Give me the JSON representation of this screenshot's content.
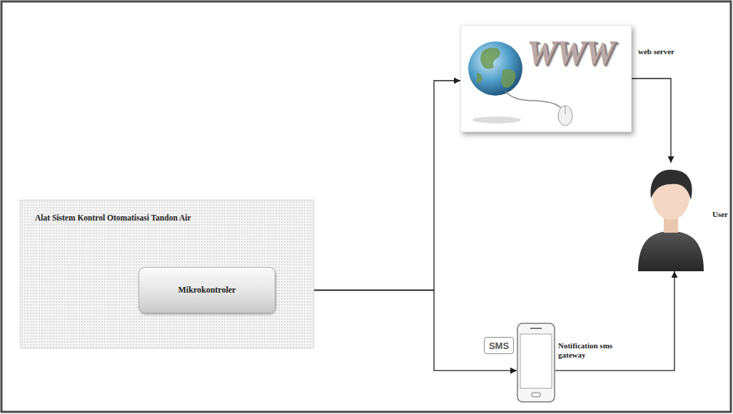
{
  "diagram": {
    "nodes": [
      {
        "text": [
          "Alat Sistem Kontrol Otomatisasi Tandon Air"
        ]
      },
      {
        "text": [
          "Mikrokontroler"
        ],
        "in": 0
      },
      {
        "text": [
          "WWW",
          "web server"
        ]
      },
      {
        "text": [
          "User"
        ]
      },
      {
        "text": [
          "SMS",
          "Notification sms gateway"
        ]
      }
    ],
    "edges": [
      {
        "from": 1,
        "to": 2,
        "arrow": "to"
      },
      {
        "from": 1,
        "to": 4,
        "arrow": "to"
      },
      {
        "from": 2,
        "to": 3,
        "arrow": "to"
      },
      {
        "from": 4,
        "to": 3,
        "arrow": "to"
      }
    ]
  }
}
